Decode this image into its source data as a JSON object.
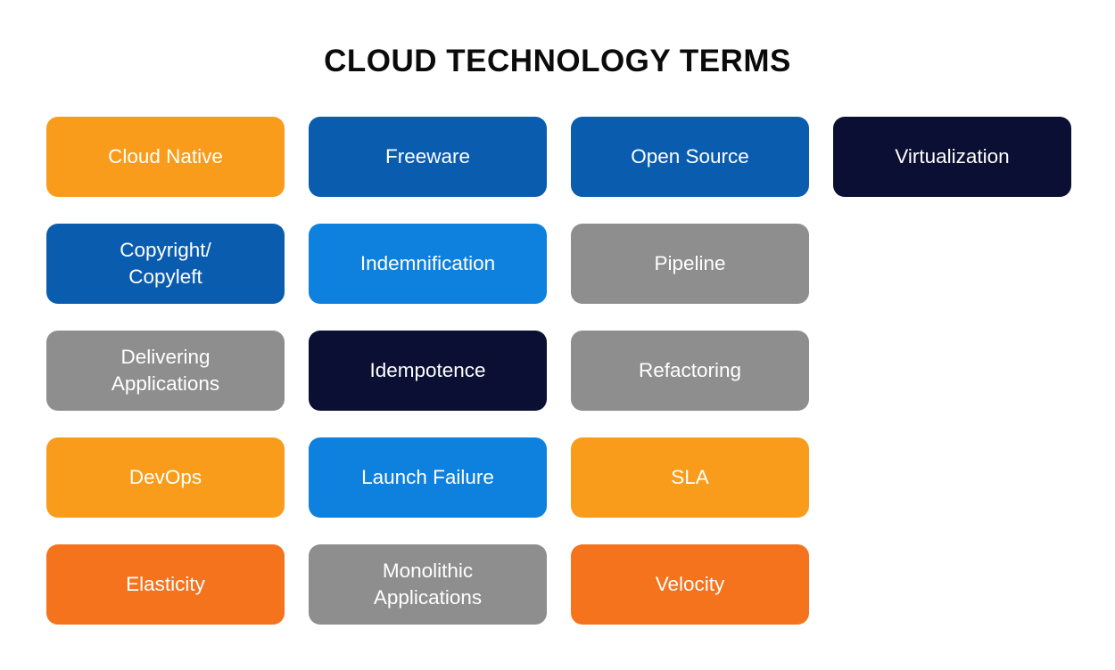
{
  "title": "CLOUD TECHNOLOGY TERMS",
  "colors": {
    "background": "#FFFFFF",
    "title_text": "#0B0B0B",
    "tile_text": "#FFFFFF",
    "orange": "#F99C1B",
    "dark_orange": "#F4731C",
    "blue": "#0A5CAE",
    "light_blue": "#0E80DD",
    "navy": "#0A0F33",
    "gray": "#8E8E8E"
  },
  "tiles": [
    {
      "label": "Cloud Native",
      "color": "orange"
    },
    {
      "label": "Freeware",
      "color": "blue"
    },
    {
      "label": "Open Source",
      "color": "blue"
    },
    {
      "label": "Virtualization",
      "color": "navy"
    },
    {
      "label": "Copyright/\nCopyleft",
      "color": "blue"
    },
    {
      "label": "Indemnification",
      "color": "light_blue"
    },
    {
      "label": "Pipeline",
      "color": "gray"
    },
    {
      "label": "Delivering\nApplications",
      "color": "gray"
    },
    {
      "label": "Idempotence",
      "color": "navy"
    },
    {
      "label": "Refactoring",
      "color": "gray"
    },
    {
      "label": "DevOps",
      "color": "orange"
    },
    {
      "label": "Launch Failure",
      "color": "light_blue"
    },
    {
      "label": "SLA",
      "color": "orange"
    },
    {
      "label": "Elasticity",
      "color": "dark_orange"
    },
    {
      "label": "Monolithic\nApplications",
      "color": "gray"
    },
    {
      "label": "Velocity",
      "color": "dark_orange"
    }
  ]
}
